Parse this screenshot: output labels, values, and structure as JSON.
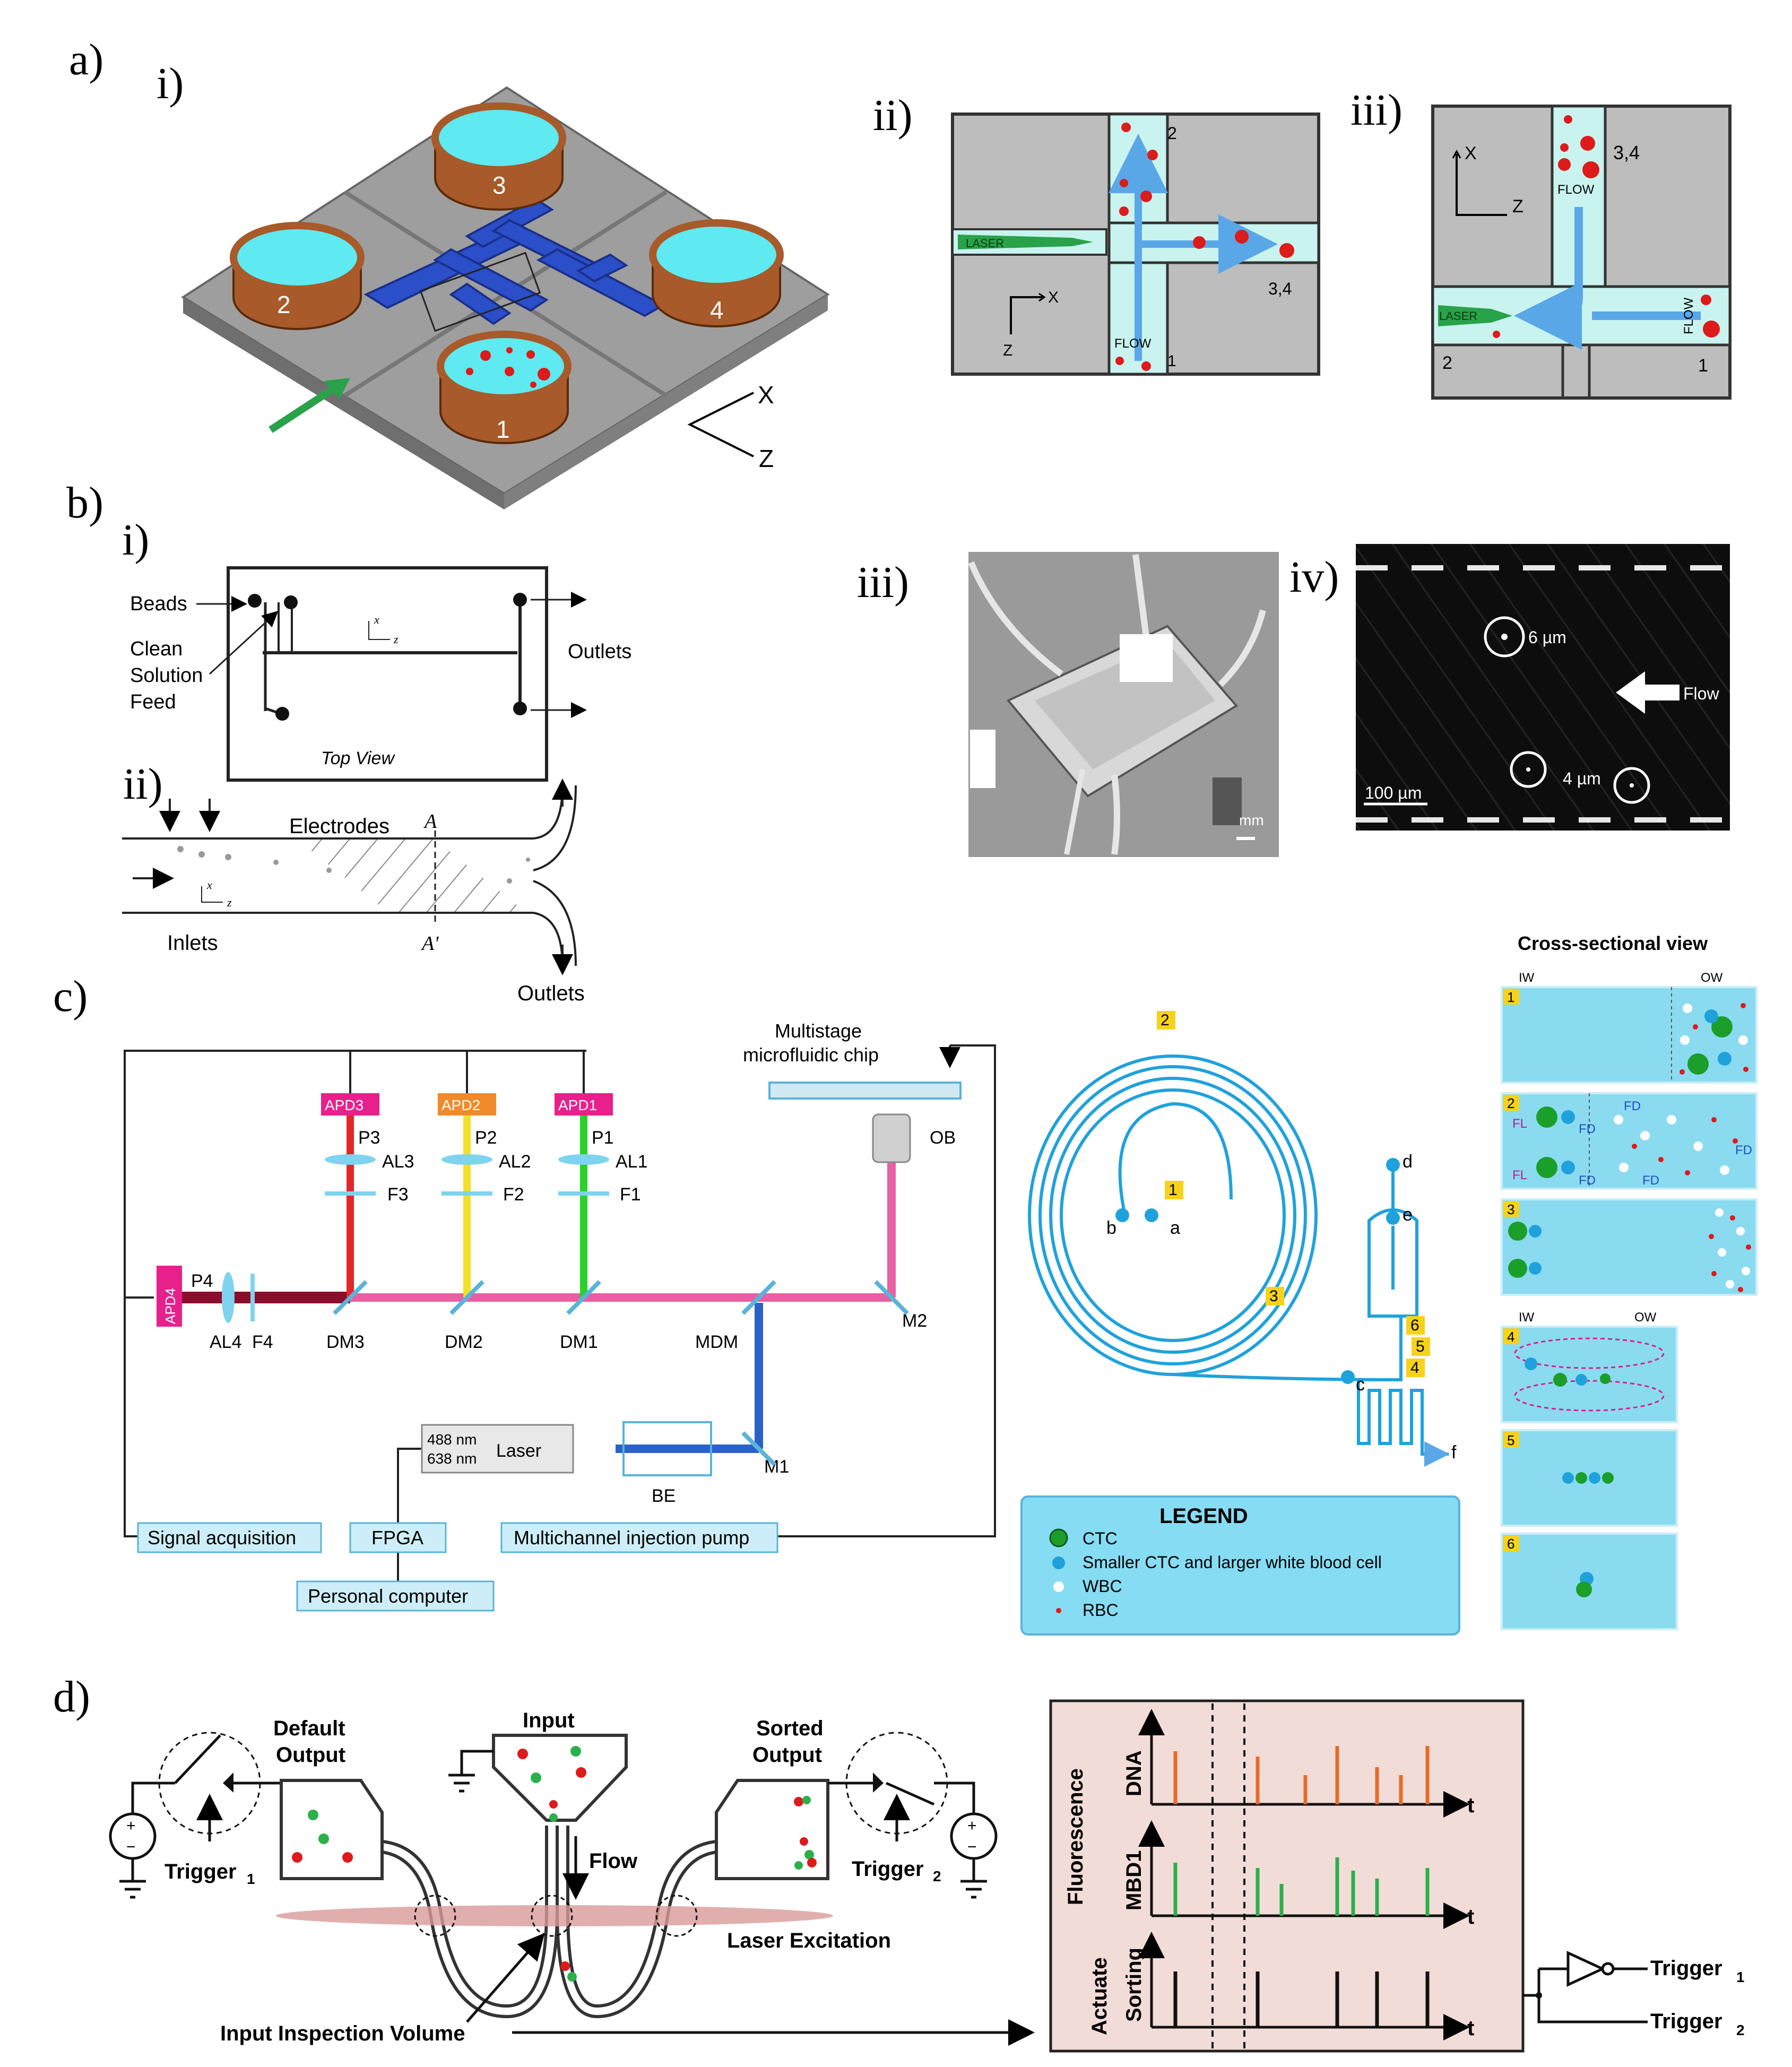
{
  "panel_labels": {
    "a": "a)",
    "a_i": "i)",
    "a_ii": "ii)",
    "a_iii": "iii)",
    "b": "b)",
    "b_i": "i)",
    "b_ii": "ii)",
    "b_iii": "iii)",
    "b_iv": "iv)",
    "c": "c)",
    "d": "d)"
  },
  "a": {
    "reservoirs": [
      "1",
      "2",
      "3",
      "4"
    ],
    "axis_x": "X",
    "axis_z": "Z",
    "ii": {
      "port2": "2",
      "port34": "3,4",
      "port1": "1",
      "laser": "LASER",
      "flow": "FLOW",
      "ax_x": "X",
      "ax_z": "Z"
    },
    "iii": {
      "port34": "3,4",
      "port2": "2",
      "port1": "1",
      "laser": "LASER",
      "flow_top": "FLOW",
      "flow_right": "FLOW",
      "ax_x": "X",
      "ax_z": "Z"
    }
  },
  "b": {
    "i": {
      "beads": "Beads",
      "clean": "Clean",
      "solution": "Solution",
      "feed": "Feed",
      "outlets": "Outlets",
      "top_view": "Top View",
      "ax_x": "x",
      "ax_z": "z"
    },
    "ii": {
      "electrodes": "Electrodes",
      "A": "A",
      "A_prime": "A'",
      "inlets": "Inlets",
      "outlets": "Outlets",
      "ax_x": "x",
      "ax_z": "z"
    },
    "iii": {
      "scale": "mm"
    },
    "iv": {
      "l6": "6 µm",
      "l4": "4 µm",
      "flow": "Flow",
      "scale": "100 µm"
    }
  },
  "c": {
    "chip": [
      "Multistage",
      "microfluidic chip"
    ],
    "ob": "OB",
    "apd": [
      "APD3",
      "APD2",
      "APD1",
      "APD4"
    ],
    "pins": [
      "P3",
      "P2",
      "P1",
      "P4"
    ],
    "lenses": [
      "AL3",
      "AL2",
      "AL1",
      "AL4"
    ],
    "filters": [
      "F3",
      "F2",
      "F1",
      "F4"
    ],
    "dichroics": [
      "DM3",
      "DM2",
      "DM1",
      "MDM"
    ],
    "mirrors": [
      "M2",
      "M1"
    ],
    "laser_wl": [
      "488 nm",
      "638 nm"
    ],
    "laser": "Laser",
    "be": "BE",
    "boxes": {
      "signal": "Signal acquisition",
      "fpga": "FPGA",
      "pump": "Multichannel injection pump",
      "pc": "Personal computer"
    },
    "spiral_tags": [
      "1",
      "2",
      "3",
      "4",
      "5",
      "6"
    ],
    "ports": [
      "a",
      "b",
      "c",
      "d",
      "e",
      "f"
    ],
    "legend": {
      "title": "LEGEND",
      "items": [
        "CTC",
        "Smaller CTC and  larger white blood cell",
        "WBC",
        "RBC"
      ]
    },
    "cross": {
      "title": "Cross-sectional view",
      "iw": "IW",
      "ow": "OW",
      "ft": "FL",
      "fd": "FD",
      "tags": [
        "1",
        "2",
        "3",
        "4",
        "5",
        "6"
      ]
    }
  },
  "d": {
    "default_output": [
      "Default",
      "Output"
    ],
    "input": "Input",
    "sorted_output": [
      "Sorted",
      "Output"
    ],
    "trigger1": "Trigger",
    "trigger2": "Trigger",
    "sub1": "1",
    "sub2": "2",
    "flow": "Flow",
    "laser": "Laser Excitation",
    "inspection": "Input Inspection Volume",
    "fluorescence": "Fluorescence",
    "dna": "DNA",
    "mbd1": "MBD1",
    "actuate": "Actuate",
    "sorting": "Sorting",
    "t": "t",
    "plus": "+",
    "minus": "−"
  },
  "colors": {
    "channel_blue": "#2b4fc8",
    "water": "#5fe9f0",
    "copper": "#a85a2a",
    "cell_red": "#dd1b1b",
    "laser_green": "#29a24a",
    "pink": "#e95fa3",
    "panel_pink": "#f2dcd8",
    "legend_blue": "#86dcf2"
  }
}
